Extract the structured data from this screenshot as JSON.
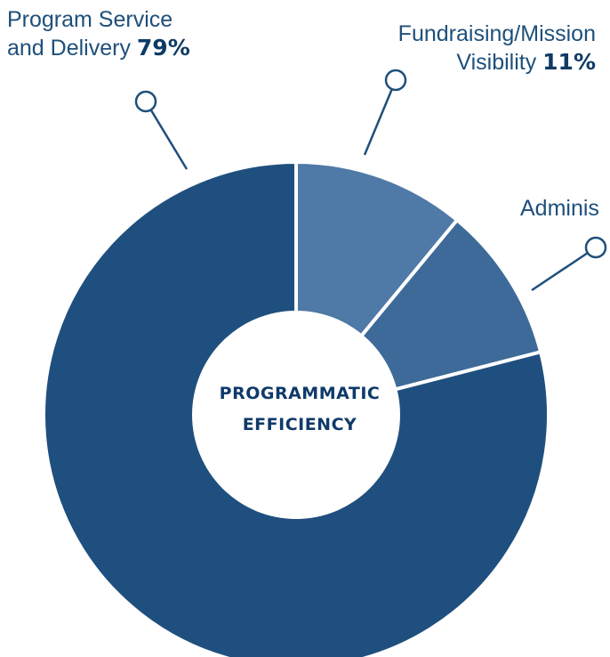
{
  "chart_data": {
    "type": "pie",
    "title": "PROGRAMMATIC EFFICIENCY",
    "slices": [
      {
        "name_line1": "Program Service",
        "name_line2": "and Delivery",
        "value": 79,
        "value_label": "79%",
        "color": "#1f4f7e"
      },
      {
        "name_line1": "Fundraising/Mission",
        "name_line2": "Visibility",
        "value": 11,
        "value_label": "11%",
        "color": "#4f79a6"
      },
      {
        "name_line1": "Adminis",
        "name_line2": "",
        "value": 10,
        "value_label": "",
        "color": "#3d6a98"
      }
    ]
  },
  "colors": {
    "label_text": "#1e4f7a",
    "pct_text": "#0e3a64",
    "slice_border": "#ffffff"
  }
}
